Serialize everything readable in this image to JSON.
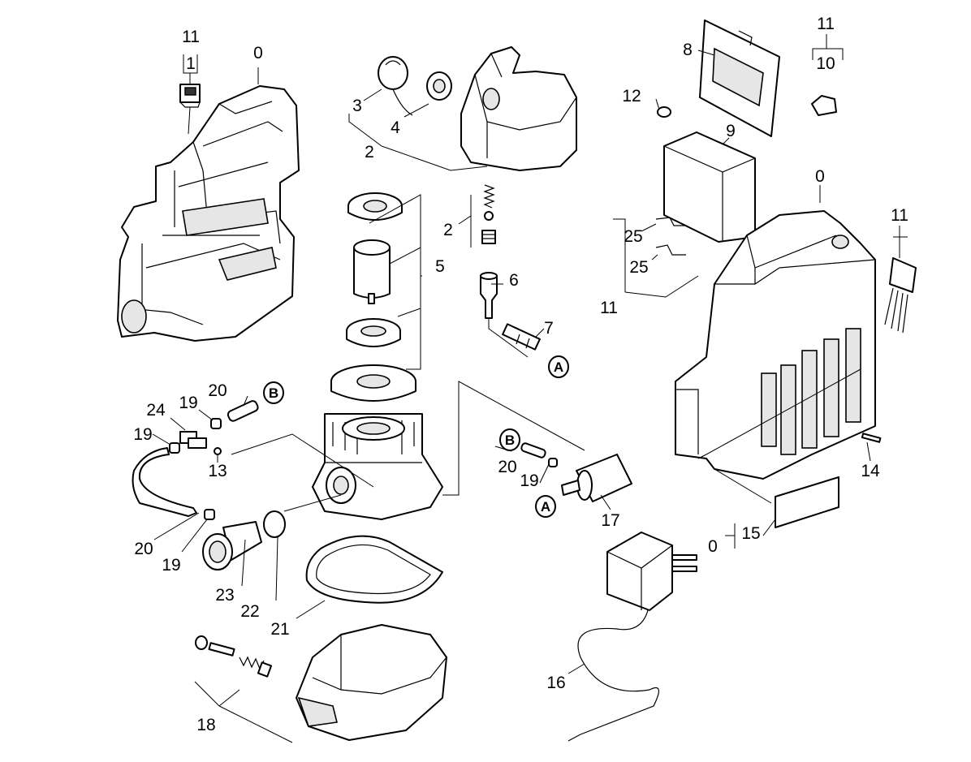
{
  "callouts": {
    "c11a": "11",
    "c1": "1",
    "c0a": "0",
    "c3": "3",
    "c4": "4",
    "c2a": "2",
    "c2b": "2",
    "c5": "5",
    "c6": "6",
    "c7": "7",
    "c8": "8",
    "c11b": "11",
    "c10": "10",
    "c12": "12",
    "c9": "9",
    "c0b": "0",
    "c11c": "11",
    "c25a": "25",
    "c25b": "25",
    "c11d": "11",
    "c20a": "20",
    "c24": "24",
    "c19a": "19",
    "c19b": "19",
    "c13": "13",
    "c20b": "20",
    "c19c": "19",
    "c23": "23",
    "c22": "22",
    "c21": "21",
    "c18": "18",
    "c20c": "20",
    "c19d": "19",
    "c17": "17",
    "c14": "14",
    "c15": "15",
    "c0c": "0",
    "c16": "16"
  },
  "connectors": {
    "A": "A",
    "B": "B"
  }
}
